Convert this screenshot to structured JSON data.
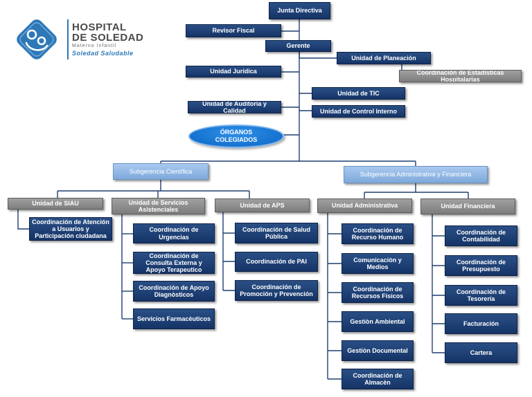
{
  "logo": {
    "line1": "HOSPITAL",
    "line2": "DE SOLEDAD",
    "line3": "Materno Infantil",
    "line4": "Soledad Saludable",
    "icon": "mother-child-logo-icon",
    "color": "#2e78b8"
  },
  "top": {
    "junta": "Junta Directiva",
    "revisor": "Revisor Fiscal",
    "gerente": "Gerente",
    "planeacion": "Unidad de Planeación",
    "estadisticas": "Coordinación de Estadísticas Hospitalarias",
    "juridica": "Unidad Jurídica",
    "tic": "Unidad de TIC",
    "auditoria": "Unidad de Auditoría y Calidad",
    "control_interno": "Unidad de Control Interno",
    "organos": "ÓRGANOS\nCOLEGIADOS"
  },
  "subgerencias": {
    "cientifica": "Subgerencia Científica",
    "administrativa": "Subgerencia Administrativa y Financiera"
  },
  "units": {
    "siau": "Unidad de SIAU",
    "servicios": "Unidad de Servicios Asistenciales",
    "aps": "Unidad de APS",
    "administrativa": "Unidad Administrativa",
    "financiera": "Unidad Financiera"
  },
  "coordinations": {
    "siau": [
      "Coordinación de Atención a Usuarios y Participación ciudadana"
    ],
    "servicios": [
      "Coordinación de Urgencias",
      "Coordinación de Consulta Externa y Apoyo Terapeutico",
      "Coordinación de Apoyo Diagnòsticos",
      "Servicios Farmacèuticos"
    ],
    "aps": [
      "Coordinación de Salud Pública",
      "Coordinación de PAI",
      "Coordinación de Promoción y Prevención"
    ],
    "administrativa": [
      "Coordinación de Recurso Humano",
      "Comunicaciòn y Medios",
      "Coordinación de Recursos Fisicos",
      "Gestiòn Ambiental",
      "Gestiòn Documental",
      "Coordinación de Almacèn"
    ],
    "financiera": [
      "Coordinación de Contabilidad",
      "Coordinación de Presupuesto",
      "Coordinación de Tesorería",
      "Facturación",
      "Cartera"
    ]
  },
  "colors": {
    "navy": "#153467",
    "gray": "#7d7d7d",
    "light_blue": "#8fb6e4",
    "oval": "#0a66c4",
    "connector": "#1f3e70"
  }
}
